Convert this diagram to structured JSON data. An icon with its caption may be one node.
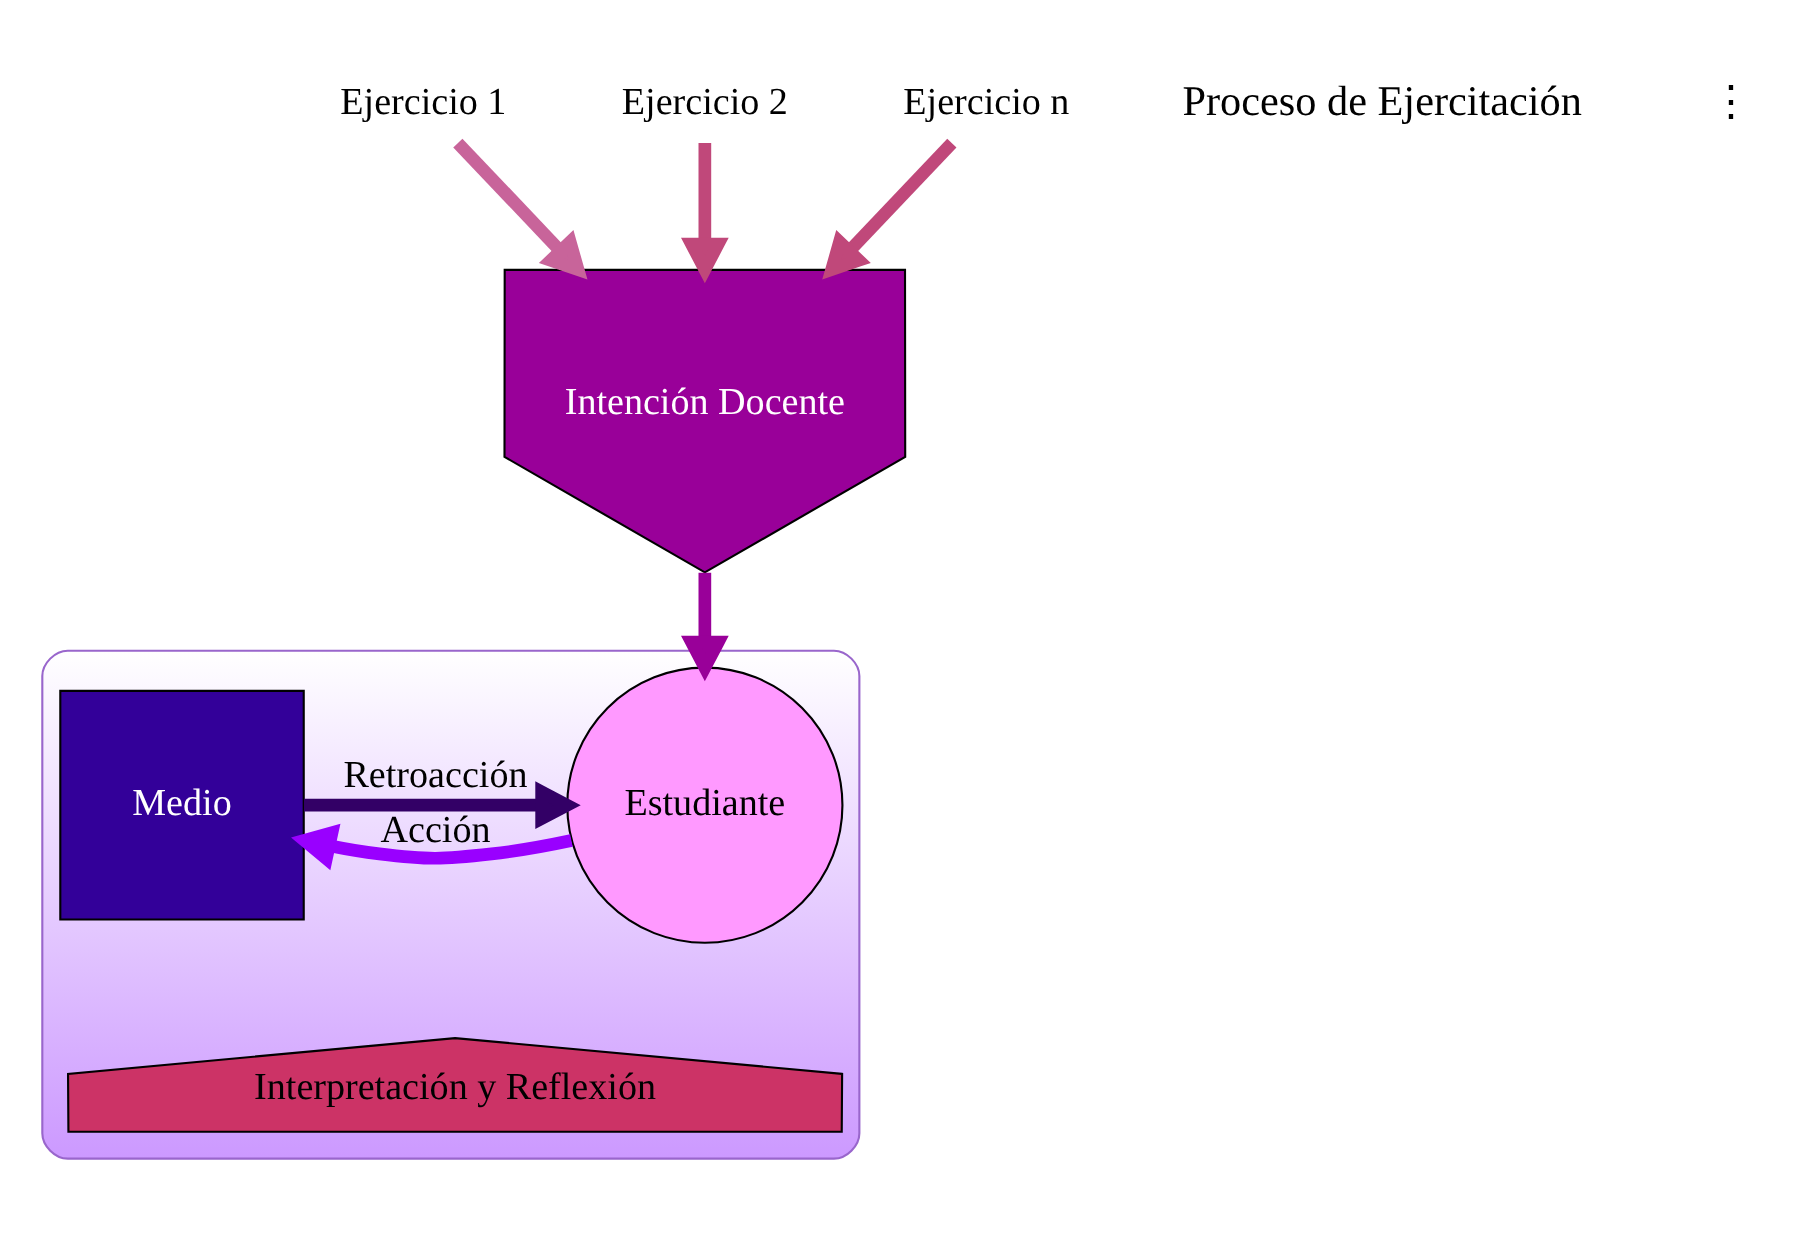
{
  "diagram": {
    "nodes": [
      {
        "text": [
          "Ejercicio 1"
        ]
      },
      {
        "text": [
          "Ejercicio 2"
        ]
      },
      {
        "text": [
          "Ejercicio n"
        ]
      },
      {
        "text": [
          "Intención Docente"
        ]
      },
      {
        "text": [],
        "shape": "box"
      },
      {
        "text": [
          "Estudiante"
        ],
        "in": 4
      },
      {
        "text": [
          "Interpretación y Reflexión"
        ],
        "in": 4
      },
      {
        "text": [
          "Medio"
        ],
        "in": 4
      }
    ],
    "edges": [
      {
        "from": 0,
        "to": 3,
        "arrow": "to",
        "color": "#c8649a"
      },
      {
        "from": 1,
        "to": 3,
        "arrow": "to",
        "color": "#c0487a"
      },
      {
        "from": 2,
        "to": 3,
        "arrow": "to",
        "color": "#c0487a"
      },
      {
        "from": 3,
        "to": 5,
        "arrow": "to",
        "color": "#990099"
      },
      {
        "from": 5,
        "to": 7,
        "arrow": "to",
        "label": "Acción",
        "color": "#9900ff"
      },
      {
        "from": 7,
        "to": 5,
        "arrow": "to",
        "label": "Retroacción",
        "color": "#330066"
      }
    ],
    "labels": [
      "Proceso de Ejercitación",
      "⋮"
    ]
  }
}
